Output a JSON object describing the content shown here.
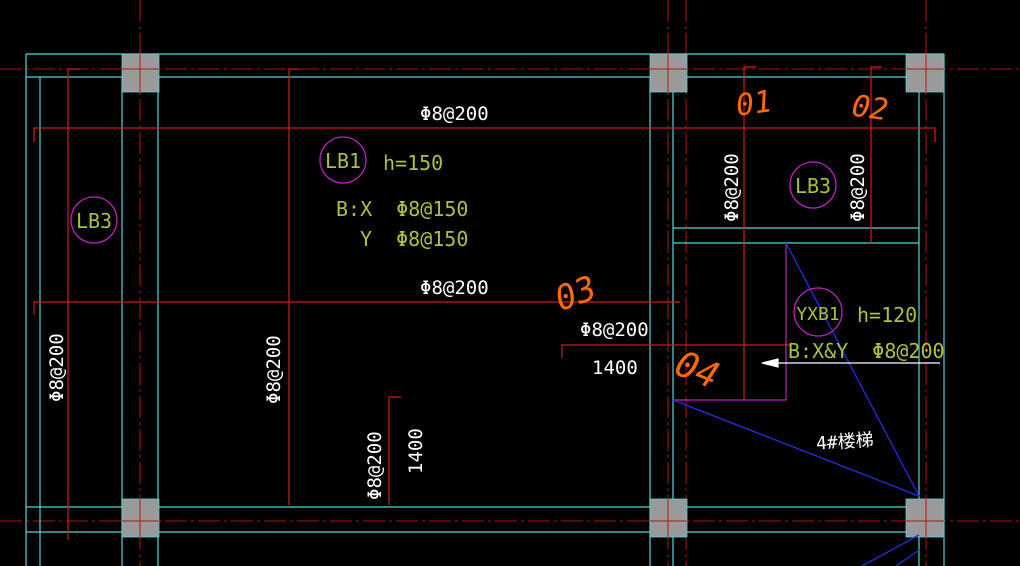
{
  "colors": {
    "background": "#000000",
    "cyan": "#4fd6d6",
    "red": "#c81818",
    "white": "#ffffff",
    "yellow_green": "#a8c23a",
    "magenta": "#c020c0",
    "orange": "#ff6a00",
    "blue": "#1e2ad8",
    "column_gray": "#9a9a9a"
  },
  "slab_labels": {
    "lb1": "LB1",
    "lb3_left": "LB3",
    "lb3_right": "LB3",
    "yxb1": "YXB1"
  },
  "slab_heights": {
    "lb1_h": "h=150",
    "yxb1_h": "h=120"
  },
  "slab_reinf": {
    "lb1_bx": "B:X  Φ8@150",
    "lb1_y": "Y  Φ8@150",
    "yxb1_bxy": "B:X&Y  Φ8@200"
  },
  "rebar_labels": {
    "top_horizontal": "Φ8@200",
    "middle_horizontal": "Φ8@200",
    "right_short_horizontal": "Φ8@200",
    "left_vertical": "Φ8@200",
    "mid_vertical": "Φ8@200",
    "lower_vertical": "Φ8@200",
    "right_panel_vertical_1": "Φ8@200",
    "right_panel_vertical_2": "Φ8@200"
  },
  "dimensions": {
    "horizontal_1400": "1400",
    "vertical_1400": "1400"
  },
  "stair_label": "4#楼梯",
  "handwritten_marks": {
    "m01": "01",
    "m02": "02",
    "m03": "03",
    "m04": "04"
  }
}
